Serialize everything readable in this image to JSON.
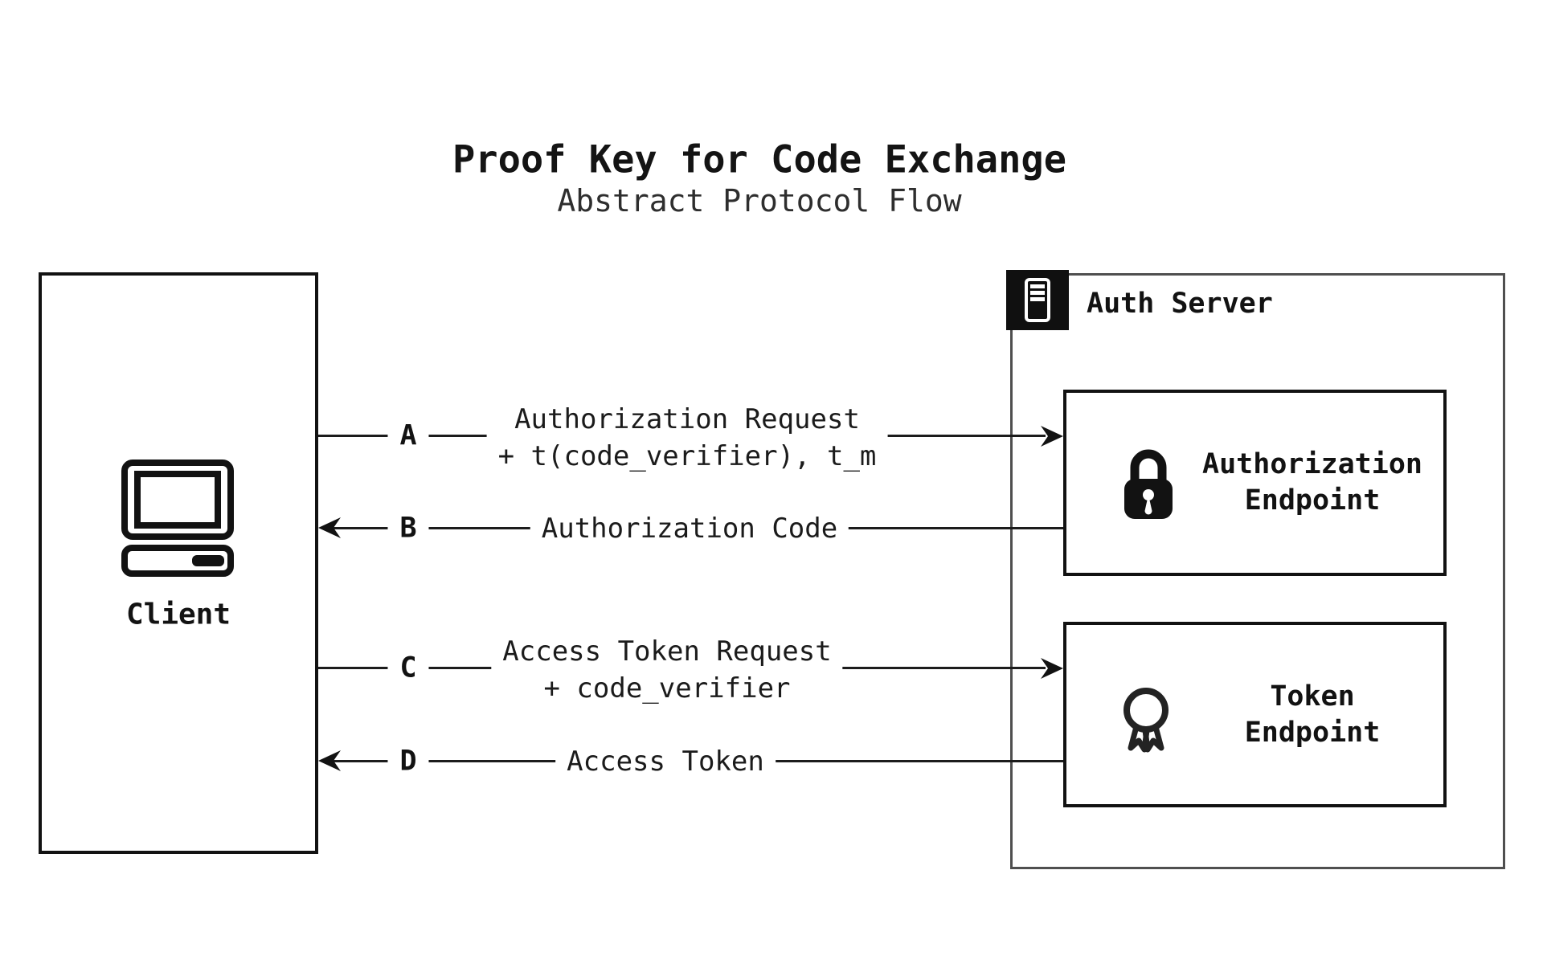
{
  "title": "Proof Key for Code Exchange",
  "subtitle": "Abstract Protocol Flow",
  "client": {
    "label": "Client",
    "icon": "computer-icon"
  },
  "auth_server": {
    "label": "Auth Server",
    "badge_icon": "server-rack-icon",
    "endpoints": [
      {
        "label_line1": "Authorization",
        "label_line2": "Endpoint",
        "icon": "lock-icon"
      },
      {
        "label_line1": "Token",
        "label_line2": "Endpoint",
        "icon": "award-ribbon-icon"
      }
    ]
  },
  "flows": [
    {
      "letter": "A",
      "direction": "right",
      "label_line1": "Authorization Request",
      "label_line2": "+ t(code_verifier), t_m"
    },
    {
      "letter": "B",
      "direction": "left",
      "label_line1": "Authorization Code",
      "label_line2": ""
    },
    {
      "letter": "C",
      "direction": "right",
      "label_line1": "Access Token Request",
      "label_line2": "+ code_verifier"
    },
    {
      "letter": "D",
      "direction": "left",
      "label_line1": "Access Token",
      "label_line2": ""
    }
  ],
  "colors": {
    "background": "#ffffff",
    "ink": "#121212",
    "server_border": "#4f4f4f",
    "badge_background": "#101010"
  }
}
